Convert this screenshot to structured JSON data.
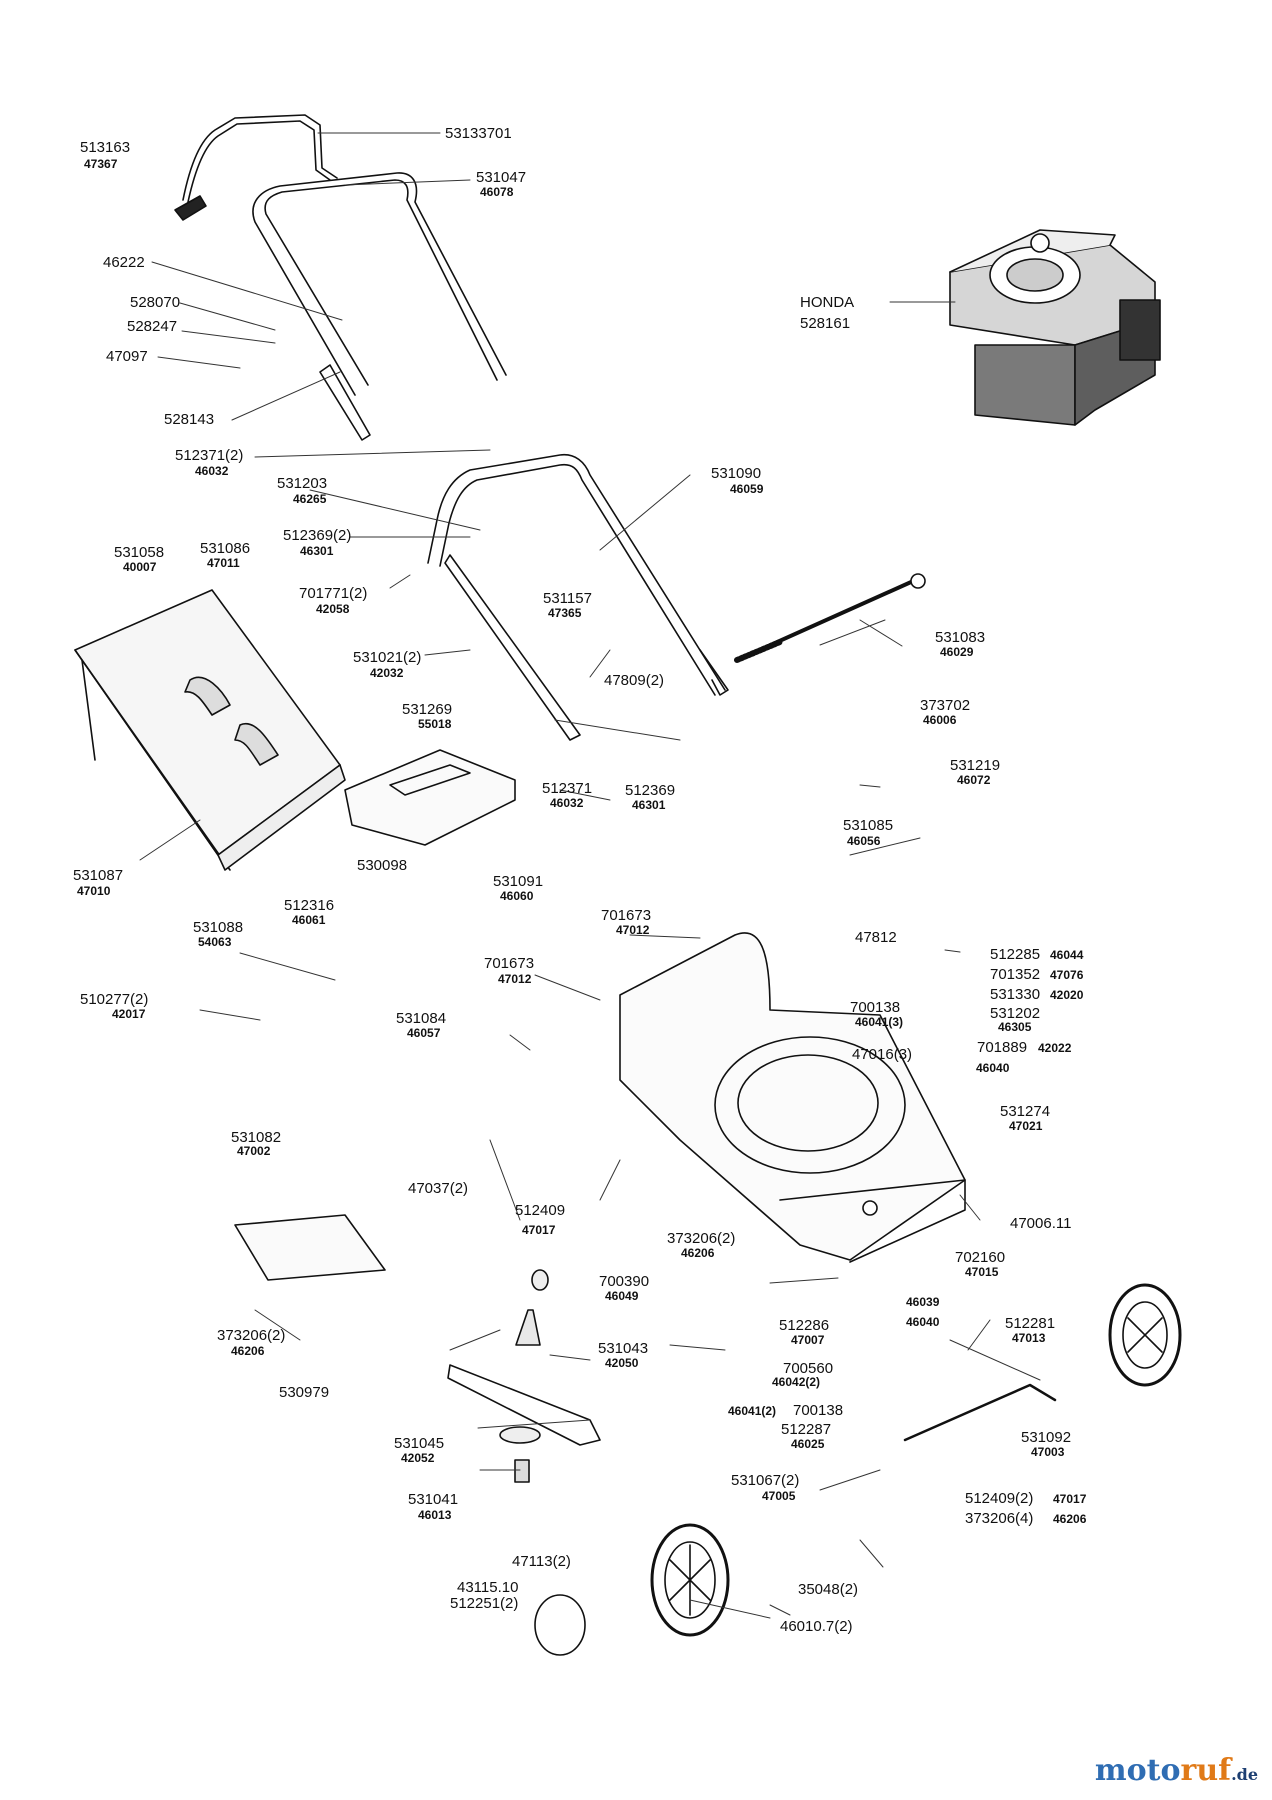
{
  "labels": {
    "l53133701": "53133701",
    "l513163": "513163",
    "l47367": "47367",
    "l531047": "531047",
    "l46078": "46078",
    "l46222": "46222",
    "l528070": "528070",
    "l528247": "528247",
    "l47097": "47097",
    "l528143": "528143",
    "honda": "HONDA",
    "l528161": "528161",
    "l512371_2": "512371(2)",
    "l46032a": "46032",
    "l531203": "531203",
    "l46265": "46265",
    "l531090": "531090",
    "l46059": "46059",
    "l512369_2": "512369(2)",
    "l46301a": "46301",
    "l531058": "531058",
    "l40007": "40007",
    "l531086": "531086",
    "l47011": "47011",
    "l701771_2": "701771(2)",
    "l42058": "42058",
    "l531157": "531157",
    "l47365": "47365",
    "l531083": "531083",
    "l46029": "46029",
    "l531021_2": "531021(2)",
    "l42032": "42032",
    "l47809_2": "47809(2)",
    "l531269": "531269",
    "l55018": "55018",
    "l373702": "373702",
    "l46006": "46006",
    "l531219": "531219",
    "l46072": "46072",
    "l512371": "512371",
    "l46032b": "46032",
    "l512369": "512369",
    "l46301b": "46301",
    "l530098": "530098",
    "l531091": "531091",
    "l46060": "46060",
    "l531087": "531087",
    "l47010": "47010",
    "l531085": "531085",
    "l46056": "46056",
    "l512316": "512316",
    "l46061": "46061",
    "l531088": "531088",
    "l54063": "54063",
    "l701673a": "701673",
    "l47012a": "47012",
    "l47812": "47812",
    "l512285": "512285",
    "l46044": "46044",
    "l701673b": "701673",
    "l47012b": "47012",
    "l701352": "701352",
    "l47076": "47076",
    "l531330": "531330",
    "l42020": "42020",
    "l510277_2": "510277(2)",
    "l42017": "42017",
    "l700138a": "700138",
    "l46041_3": "46041(3)",
    "l531202": "531202",
    "l46305": "46305",
    "l531084": "531084",
    "l46057": "46057",
    "l47016_3": "47016(3)",
    "l701889": "701889",
    "l42022": "42022",
    "l46040a": "46040",
    "l531274": "531274",
    "l47021": "47021",
    "l531082": "531082",
    "l47002": "47002",
    "l47037_2": "47037(2)",
    "l512409": "512409",
    "l47017a": "47017",
    "l373206_2a": "373206(2)",
    "l46206a": "46206",
    "l47006_11": "47006.11",
    "l702160": "702160",
    "l47015": "47015",
    "l700390": "700390",
    "l46049": "46049",
    "l46039": "46039",
    "l512281": "512281",
    "l47013": "47013",
    "l512286": "512286",
    "l47007": "47007",
    "l46040b": "46040",
    "l373206_2b": "373206(2)",
    "l46206b": "46206",
    "l531043": "531043",
    "l42050": "42050",
    "l700560": "700560",
    "l46042_2": "46042(2)",
    "l530979": "530979",
    "l46041_2": "46041(2)",
    "l700138b": "700138",
    "l512287": "512287",
    "l46025": "46025",
    "l531092": "531092",
    "l47003": "47003",
    "l531045": "531045",
    "l42052": "42052",
    "l531067_2": "531067(2)",
    "l47005": "47005",
    "l512409_2": "512409(2)",
    "l47017b": "47017",
    "l531041": "531041",
    "l46013": "46013",
    "l373206_4": "373206(4)",
    "l46206c": "46206",
    "l47113_2": "47113(2)",
    "l43115": "43115.10",
    "l512251_2": "512251(2)",
    "l35048_2": "35048(2)",
    "l46010_7": "46010.7(2)"
  },
  "watermark": {
    "part1": "moto",
    "part2": "ruf",
    "suffix": ".de"
  },
  "colors": {
    "ink": "#111111",
    "engine_dark": "#6a6a6a",
    "engine_light": "#d6d6d6",
    "brand_blue": "#2f6db3",
    "brand_orange": "#e07a18"
  }
}
